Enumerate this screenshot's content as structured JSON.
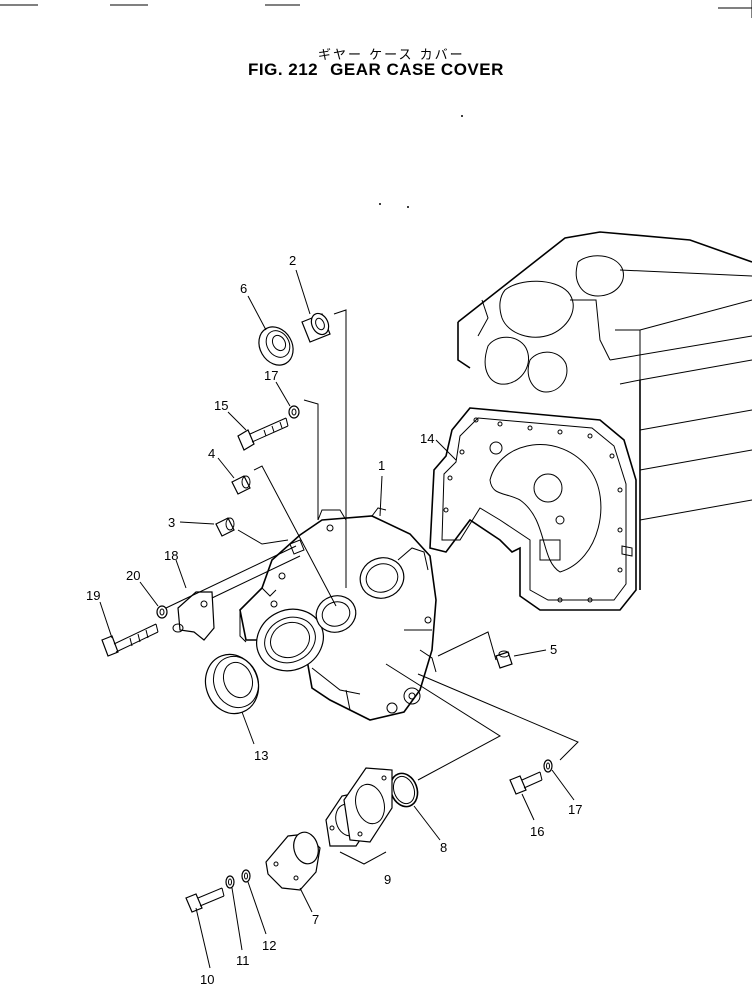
{
  "figure": {
    "title_jp": "ギヤー ケース カバー",
    "fig_number": "FIG. 212",
    "title_en": "GEAR CASE COVER"
  },
  "callouts": {
    "c1": "1",
    "c2": "2",
    "c3": "3",
    "c4": "4",
    "c5": "5",
    "c6": "6",
    "c7": "7",
    "c8": "8",
    "c9": "9",
    "c10": "10",
    "c11": "11",
    "c12": "12",
    "c13": "13",
    "c14": "14",
    "c15": "15",
    "c16": "16",
    "c17a": "17",
    "c17b": "17",
    "c18": "18",
    "c19": "19",
    "c20": "20"
  }
}
